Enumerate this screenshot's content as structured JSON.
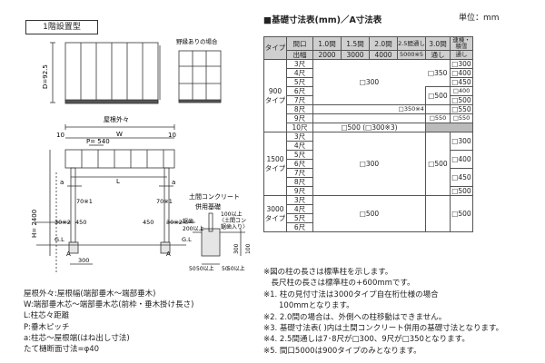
{
  "left": {
    "title": "1階設置型",
    "wall_caption": "野縁ありの場合",
    "label_D": "D=92.5",
    "label_eave_outer": "屋根外々",
    "label_W": "W",
    "label_P": "P= 540",
    "label_10a": "10",
    "label_10b": "10",
    "label_a1": "a",
    "label_a2": "a",
    "label_L": "L",
    "label_70a": "70※1",
    "label_70b": "70※1",
    "label_H": "H= 2400",
    "label_30a": "30※2",
    "label_30b": "30※2",
    "label_450a": "450",
    "label_450b": "450",
    "label_A1": "A",
    "label_A2": "A",
    "label_300": "300",
    "label_GL1": "G.L",
    "label_GL2": "G.L",
    "doma_title_1": "土間コンクリート",
    "doma_title_2": "併用基礎",
    "doma_note_1": "鋸歯",
    "doma_note_2": "200以上",
    "doma_100_1": "100以上",
    "doma_100_2": "〈土間コン",
    "doma_100_3": "鋸歯入り〉",
    "doma_50a": "50",
    "doma_50b": "50",
    "doma_300": "300",
    "doma_100b": "100",
    "doma_sub": "50以上",
    "doma_sub2": "50以上",
    "notes": [
      "屋根外々:屋根幅(端部垂木～端部垂木)",
      "W:端部垂木芯～端部垂木芯(前枠・垂木掛け長さ)",
      "L:柱芯々距離",
      "P:垂木ピッチ",
      "a:柱芯～屋根端(はね出し寸法)",
      "たて樋断面寸法=φ40"
    ]
  },
  "right": {
    "unit": "単位：mm",
    "title": "■基礎寸法表(mm)／A寸法表",
    "header": {
      "type": "タイプ",
      "col_label_top": "間口",
      "col_label_bottom": "出幅",
      "cols": [
        [
          "1.0間",
          "2000"
        ],
        [
          "1.5間",
          "3000"
        ],
        [
          "2.0間",
          "4000"
        ],
        [
          "2.5間通し",
          "5000※5"
        ],
        [
          "3.0間",
          "通し"
        ],
        [
          "連棟・積雪",
          "通し"
        ]
      ]
    },
    "groups": [
      {
        "type": [
          "900",
          "タイプ"
        ],
        "rows": [
          "3尺",
          "4尺",
          "5尺",
          "6尺",
          "7尺",
          "8尺",
          "9尺",
          "10尺"
        ]
      },
      {
        "type": [
          "1500",
          "タイプ"
        ],
        "rows": [
          "3尺",
          "4尺",
          "5尺",
          "6尺",
          "7尺",
          "8尺",
          "9尺"
        ]
      },
      {
        "type": [
          "3000",
          "タイプ"
        ],
        "rows": [
          "3尺",
          "4尺",
          "5尺",
          "6尺"
        ]
      }
    ],
    "cells": {
      "g900_main": "□300",
      "g900_col4": "□350※4",
      "g900_col5a": "□350",
      "g900_col5b": "□500",
      "g900_col5c": "□550",
      "g900_col6": [
        "□300",
        "□400",
        "□450",
        "□400",
        "□500",
        "□550",
        "□550"
      ],
      "g900_row10": "□500 (□300※3)",
      "g1500_main": "□300",
      "g1500_col5": "□500",
      "g1500_col6": [
        "□300",
        "□400",
        "□450",
        "□500"
      ],
      "g3000_main": "□500",
      "g3000_col6": "□500"
    },
    "notes": [
      "※図の柱の長さは標準柱を示します。",
      "　長尺柱の長さは標準柱の+600mmです。",
      "※1. 柱の見付寸法は3000タイプ自在桁仕様の場合",
      "　　100mmとなります。",
      "※2. 2.0間の場合は、外側への柱移動はできません。",
      "※3. 基礎寸法表(  )内は土間コンクリート併用の基礎寸法となります。",
      "※4. 2.5間通しは7･8尺が□300、9尺が□350となります。",
      "※5. 間口5000は900タイプのみとなります。"
    ]
  }
}
